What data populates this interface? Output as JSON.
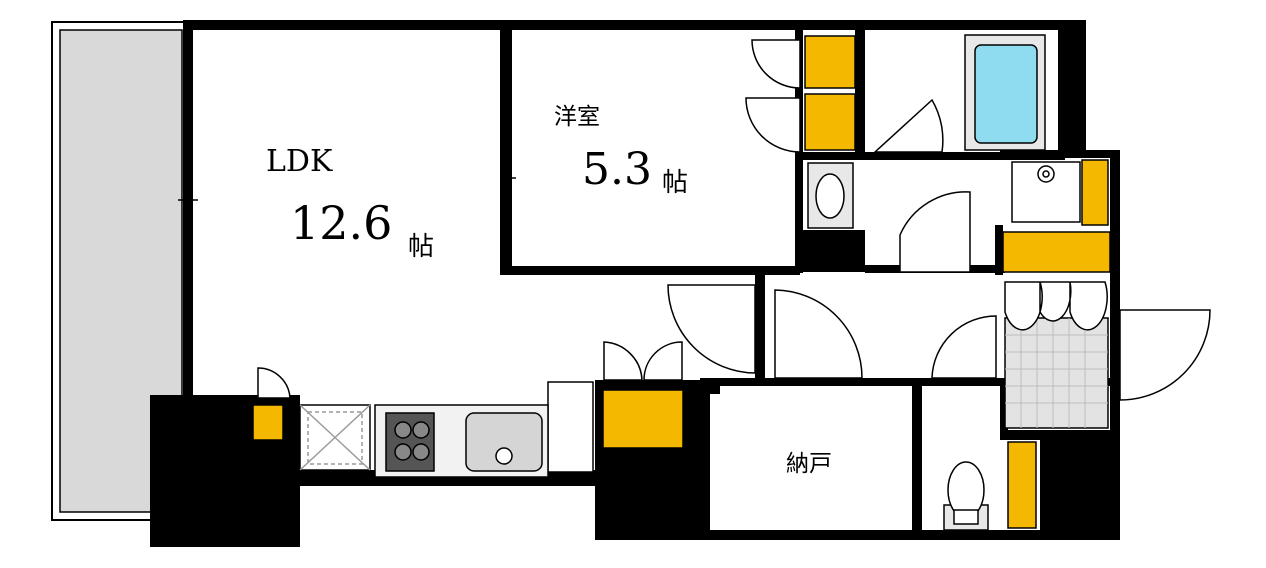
{
  "rooms": {
    "ldk": {
      "name": "LDK",
      "size": "12.6",
      "unit": "帖"
    },
    "western": {
      "name": "洋室",
      "size": "5.3",
      "unit": "帖"
    },
    "storage": {
      "name": "納戸"
    }
  },
  "colors": {
    "wall": "#000000",
    "closet": "#f5b800",
    "balcony": "#d9d9d9",
    "bathtub": "#8fdcf0",
    "porch_tile": "#e3e3e3",
    "fixture": "#cfcfcf"
  }
}
